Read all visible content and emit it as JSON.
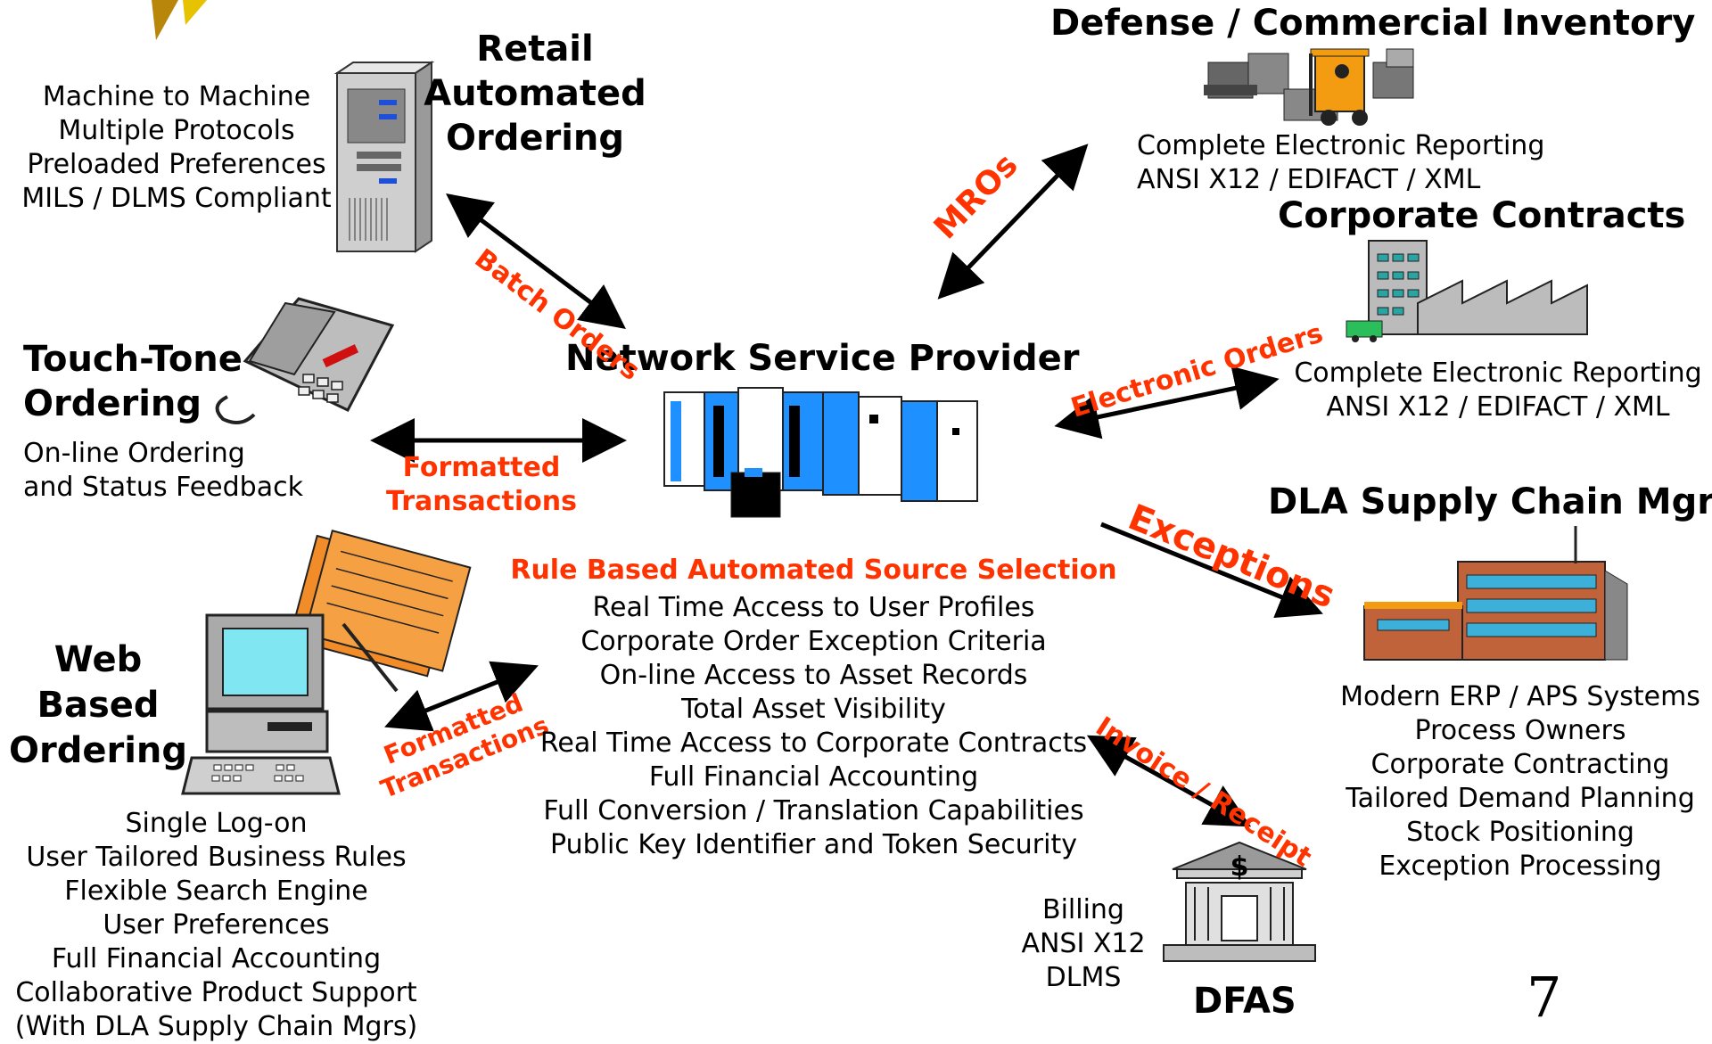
{
  "retail": {
    "title": [
      "Retail",
      "Automated",
      "Ordering"
    ],
    "features": [
      "Machine to Machine",
      "Multiple Protocols",
      "Preloaded Preferences",
      "MILS / DLMS Compliant"
    ]
  },
  "touchtone": {
    "title": [
      "Touch-Tone",
      "Ordering"
    ],
    "features": [
      "On-line Ordering",
      "and Status Feedback"
    ]
  },
  "web": {
    "title": [
      "Web",
      "Based",
      "Ordering"
    ],
    "features": [
      "Single Log-on",
      "User Tailored Business Rules",
      "Flexible Search Engine",
      "User Preferences",
      "Full Financial Accounting",
      "Collaborative Product Support",
      "(With DLA Supply Chain Mgrs)"
    ]
  },
  "nsp": {
    "title": "Network Service Provider",
    "subtitle": "Rule Based Automated Source Selection",
    "features": [
      "Real Time Access to User Profiles",
      "Corporate Order Exception Criteria",
      "On-line Access to Asset Records",
      "Total Asset Visibility",
      "Real Time Access to Corporate Contracts",
      "Full Financial Accounting",
      "Full Conversion / Translation Capabilities",
      "Public Key Identifier and Token Security"
    ]
  },
  "inventory": {
    "title": "Defense / Commercial Inventory",
    "features": [
      "Complete Electronic Reporting",
      "ANSI X12 / EDIFACT / XML"
    ]
  },
  "contracts": {
    "title": "Corporate Contracts",
    "features": [
      "Complete Electronic Reporting",
      "ANSI X12 / EDIFACT / XML"
    ]
  },
  "dla": {
    "title": "DLA Supply Chain Mgrs",
    "features": [
      "Modern ERP / APS Systems",
      "Process Owners",
      "Corporate Contracting",
      "Tailored Demand Planning",
      "Stock Positioning",
      "Exception Processing"
    ]
  },
  "dfas": {
    "title": "DFAS",
    "features": [
      "Billing",
      "ANSI X12",
      "DLMS"
    ]
  },
  "labels": {
    "batch_orders": "Batch Orders",
    "mros": "MROs",
    "electronic_orders": "Electronic Orders",
    "formatted_transactions_1": "Formatted",
    "formatted_transactions_2": "Transactions",
    "exceptions": "Exceptions",
    "invoice_receipt": "Invoice / Receipt"
  },
  "page_number": "7",
  "colors": {
    "accent": "#ff3300",
    "server_blue": "#1e90ff",
    "orange": "#f28c28"
  }
}
